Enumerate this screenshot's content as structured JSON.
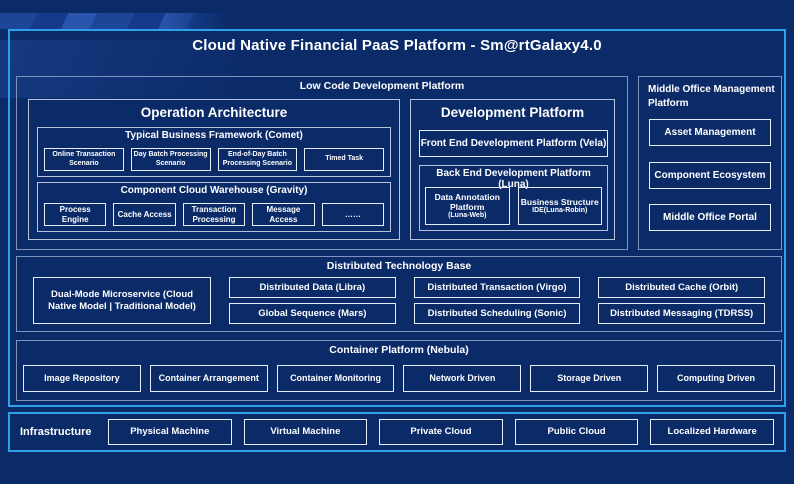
{
  "title": "Cloud Native Financial PaaS Platform - Sm@rtGalaxy4.0",
  "colors": {
    "background": "#0a2a68",
    "accent_border": "#2aa1e8",
    "section_border": "#7f93c0",
    "leaf_border": "#e6ecf8",
    "text": "#ffffff"
  },
  "low_code": {
    "label": "Low Code Development Platform",
    "operation_architecture": {
      "title": "Operation Architecture",
      "typical_business": {
        "label": "Typical Business Framework (Comet)",
        "items": [
          "Online Transaction Scenario",
          "Day Batch Processing Scenario",
          "End-of-Day Batch Processing Scenario",
          "Timed Task"
        ]
      },
      "component_warehouse": {
        "label": "Component Cloud Warehouse (Gravity)",
        "items": [
          "Process Engine",
          "Cache Access",
          "Transaction Processing",
          "Message Access",
          "……"
        ]
      }
    },
    "development_platform": {
      "title": "Development Platform",
      "front_end_label": "Front End Development Platform (Vela)",
      "back_end": {
        "label": "Back End Development Platform (Luna)",
        "items": [
          {
            "name": "Data Annotation Platform",
            "sub": "(Luna-Web)"
          },
          {
            "name": "Business Structure",
            "sub": "IDE(Luna-Robin)"
          }
        ]
      }
    }
  },
  "middle_office": {
    "label": "Middle Office Management Platform",
    "items": [
      "Asset Management",
      "Component Ecosystem",
      "Middle Office Portal"
    ]
  },
  "distributed": {
    "label": "Distributed Technology Base",
    "dual_mode": "Dual-Mode Microservice (Cloud Native Model | Traditional Model)",
    "items": [
      "Distributed Data (Libra)",
      "Global Sequence (Mars)",
      "Distributed Transaction (Virgo)",
      "Distributed Scheduling (Sonic)",
      "Distributed Cache (Orbit)",
      "Distributed Messaging (TDRSS)"
    ]
  },
  "container": {
    "label": "Container Platform (Nebula)",
    "items": [
      "Image Repository",
      "Container Arrangement",
      "Container Monitoring",
      "Network Driven",
      "Storage Driven",
      "Computing Driven"
    ]
  },
  "infrastructure": {
    "label": "Infrastructure",
    "items": [
      "Physical Machine",
      "Virtual Machine",
      "Private Cloud",
      "Public Cloud",
      "Localized Hardware"
    ]
  }
}
